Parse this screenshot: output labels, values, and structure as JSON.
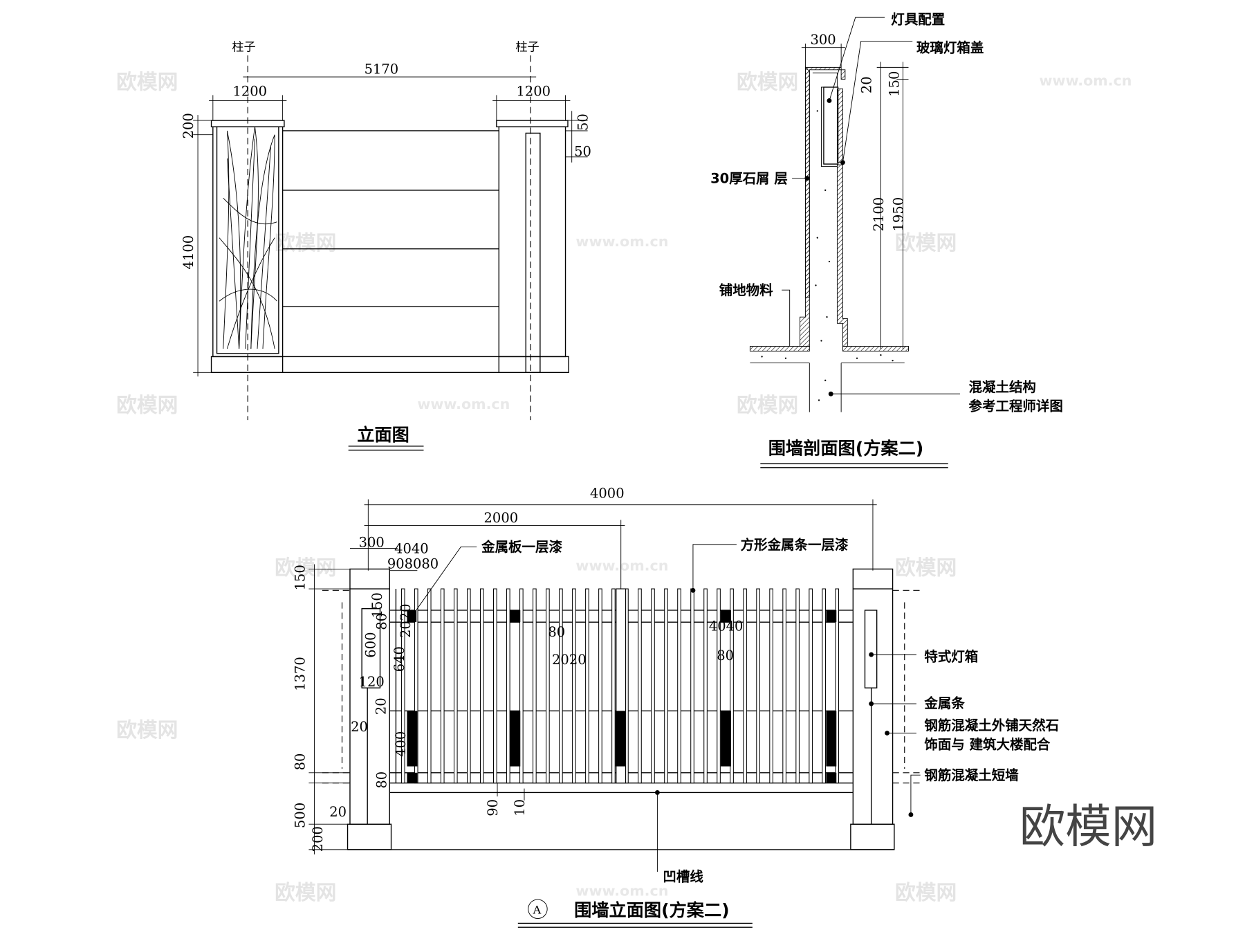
{
  "watermark": {
    "brand": "欧模网",
    "url": "www.om.cn"
  },
  "elevation": {
    "title": "立面图",
    "post_label": "柱子",
    "dims": {
      "span": "5170",
      "post_width_left": "1200",
      "post_width_right": "1200",
      "cap": "200",
      "height": "4100",
      "top_a": "50",
      "top_b": "50"
    }
  },
  "section": {
    "title": "围墙剖面图(方案二)",
    "labels": {
      "light_fixture": "灯具配置",
      "glass_cover": "玻璃灯箱盖",
      "stone_layer": "30厚石屑 层",
      "paving": "铺地物料",
      "concrete_1": "混凝土结构",
      "concrete_2": "参考工程师详图"
    },
    "dims": {
      "width": "300",
      "gap": "20",
      "top": "150",
      "total": "2100",
      "inner": "1950"
    }
  },
  "fence": {
    "title": "围墙立面图(方案二)",
    "marker": "A",
    "labels": {
      "metal_plate": "金属板一层漆",
      "square_bar": "方形金属条一层漆",
      "light_box": "特式灯箱",
      "metal_strip": "金属条",
      "stone_1": "钢筋混凝土外铺天然石",
      "stone_2": "饰面与 建筑大楼配合",
      "short_wall": "钢筋混凝土短墙",
      "groove": "凹槽线"
    },
    "dims": {
      "total": "4000",
      "half": "2000",
      "post": "300",
      "d4040": "4040",
      "d908080": "908080",
      "left_150": "150",
      "left_1370": "1370",
      "left_80": "80",
      "left_500": "500",
      "left_200": "200",
      "p150": "150",
      "p80": "80",
      "p600": "600",
      "p120": "120",
      "p640": "640",
      "p2020": "2020",
      "p20a": "20",
      "p20b": "20",
      "p400": "400",
      "p80b": "80",
      "p20c": "20",
      "m80": "80",
      "m2020": "2020",
      "r4040": "4040",
      "r80": "80",
      "b90": "90",
      "b10": "10"
    }
  }
}
